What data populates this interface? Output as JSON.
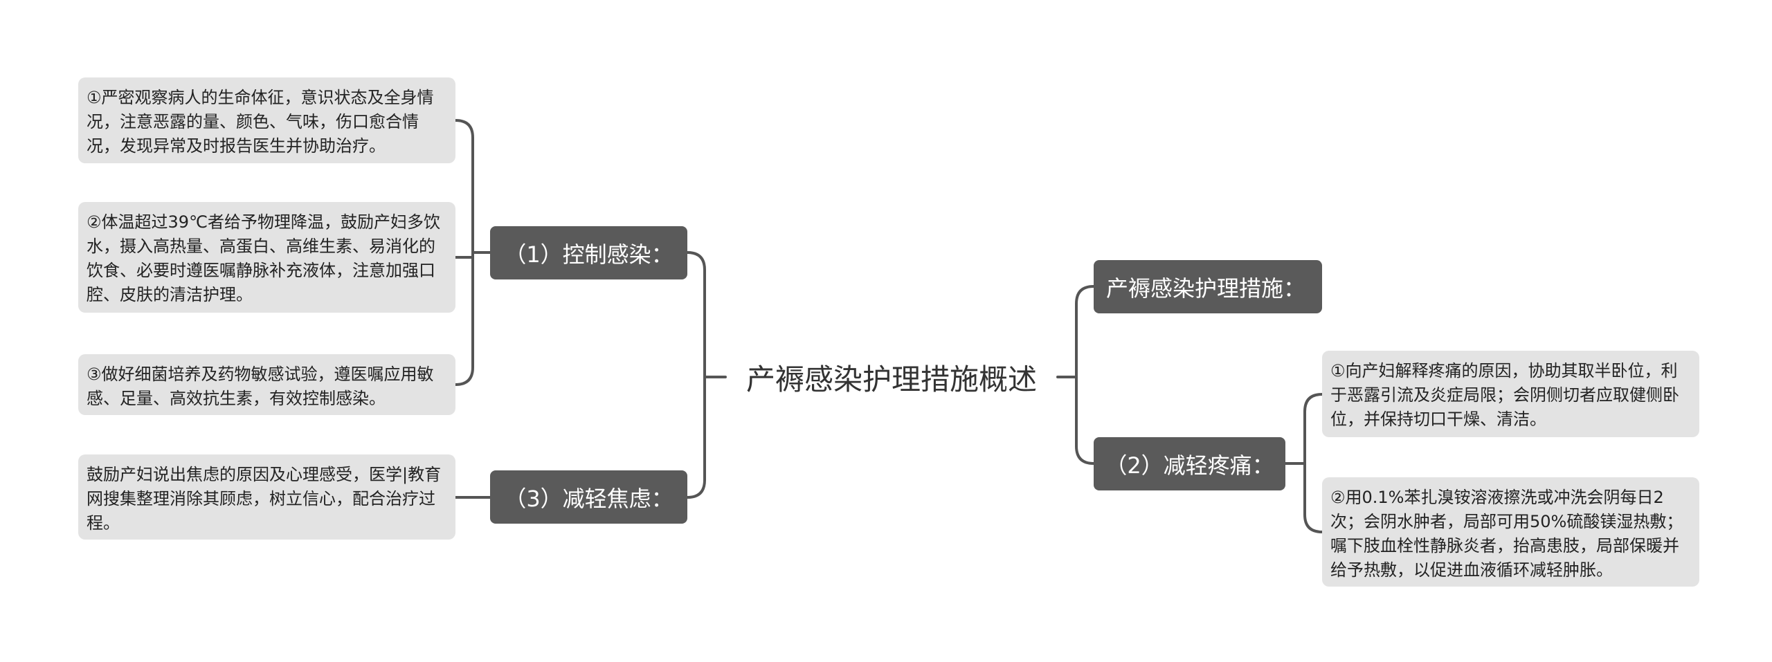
{
  "root": {
    "label": "产褥感染护理措施概述"
  },
  "branches": {
    "control_infection": {
      "label": "（1）控制感染：",
      "leaves": [
        "①严密观察病人的生命体征，意识状态及全身情况，注意恶露的量、颜色、气味，伤口愈合情况，发现异常及时报告医生并协助治疗。",
        "②体温超过39℃者给予物理降温，鼓励产妇多饮水，摄入高热量、高蛋白、高维生素、易消化的饮食、必要时遵医嘱静脉补充液体，注意加强口腔、皮肤的清洁护理。",
        "③做好细菌培养及药物敏感试验，遵医嘱应用敏感、足量、高效抗生素，有效控制感染。"
      ]
    },
    "reduce_anxiety": {
      "label": "（3）减轻焦虑：",
      "leaves": [
        "鼓励产妇说出焦虑的原因及心理感受，医学|教育网搜集整理消除其顾虑，树立信心，配合治疗过程。"
      ]
    },
    "measures_heading": {
      "label": "产褥感染护理措施："
    },
    "reduce_pain": {
      "label": "（2）减轻疼痛：",
      "leaves": [
        "①向产妇解释疼痛的原因，协助其取半卧位，利于恶露引流及炎症局限；会阴侧切者应取健侧卧位，并保持切口干燥、清洁。",
        "②用0.1%苯扎溴铵溶液擦洗或冲洗会阴每日2次；会阴水肿者，局部可用50%硫酸镁湿热敷；嘱下肢血栓性静脉炎者，抬高患肢，局部保暖并给予热敷，以促进血液循环减轻肿胀。"
      ]
    }
  }
}
